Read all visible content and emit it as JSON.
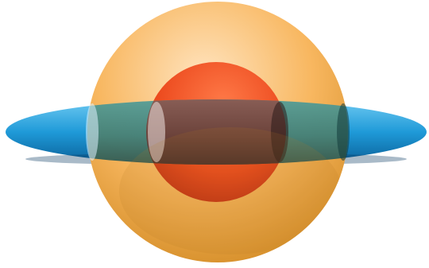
{
  "figure": {
    "description_shapes": [
      "outer-sphere",
      "inner-sphere",
      "disc-ellipsoid"
    ],
    "colors": {
      "outer_sphere_light": "#ffe0b8",
      "outer_sphere_mid": "#f8b45a",
      "outer_sphere_dark": "#d8922a",
      "inner_sphere_light": "#ff7a4a",
      "inner_sphere_mid": "#f04a20",
      "inner_sphere_dark": "#b82a10",
      "disc_blue_light": "#7fd0f5",
      "disc_blue": "#2aa4e0",
      "disc_blue_dark": "#0a6aa8",
      "overlap_teal": "#3f8c8a",
      "overlap_dark": "#7a4a40",
      "section_highlight": "#ffffff"
    }
  }
}
